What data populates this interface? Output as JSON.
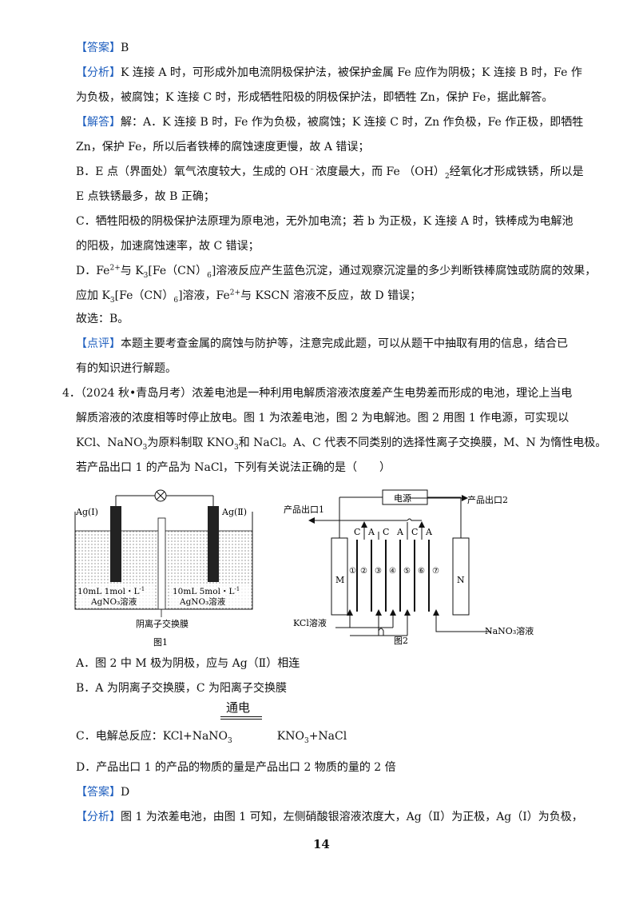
{
  "answer1": {
    "tag": "【答案】",
    "text": "B"
  },
  "analysis1": {
    "tag": "【分析】",
    "line1": "K 连接 A 时，可形成外加电流阴极保护法，被保护金属 Fe 应作为阴极；K 连接 B 时，Fe 作",
    "line2": "为负极，被腐蚀；K 连接 C 时，形成牺牲阳极的阴极保护法，即牺牲 Zn，保护 Fe，据此解答。"
  },
  "solution1": {
    "tag": "【解答】",
    "l1": "解：A．K 连接 B 时，Fe 作为负极，被腐蚀；K 连接 C 时，Zn 作负极，Fe 作正极，即牺牲",
    "l2": "Zn，保护 Fe，所以后者铁棒的腐蚀速度更慢，故 A 错误；",
    "l3a": "B．E 点（界面处）氧气浓度较大，生成的 OH",
    "l3sup": "﹣",
    "l3b": "浓度最大，而 Fe （OH）",
    "l3sub": "2",
    "l3c": "经氧化才形成铁锈，所以是",
    "l4": "E 点铁锈最多，故 B 正确；",
    "l5": "C．牺牲阳极的阴极保护法原理为原电池，无外加电流；若 b 为正极，K 连接 A 时，铁棒成为电解池",
    "l6": "的阳极，加速腐蚀速率，故 C 错误；",
    "l7a": "D．Fe",
    "l7sup1": "2+",
    "l7b": "与 K",
    "l7sub1": "3",
    "l7c": "[Fe（CN）",
    "l7sub2": "6",
    "l7d": "]溶液反应产生蓝色沉淀，通过观察沉淀量的多少判断铁棒腐蚀或防腐的效果，",
    "l8a": "应加 K",
    "l8sub1": "3",
    "l8b": "[Fe（CN）",
    "l8sub2": "6",
    "l8c": "]溶液，Fe",
    "l8sup": "2+",
    "l8d": "与 KSCN 溶液不反应，故 D 错误；",
    "l9": "故选：B。"
  },
  "comment1": {
    "tag": "【点评】",
    "line1": "本题主要考查金属的腐蚀与防护等，注意完成此题，可以从题干中抽取有用的信息，结合已",
    "line2": "有的知识进行解题。"
  },
  "question4": {
    "num": "4．",
    "l1": "（2024 秋•青岛月考）浓差电池是一种利用电解质溶液浓度差产生电势差而形成的电池，理论上当电",
    "l2": "解质溶液的浓度相等时停止放电。图 1 为浓差电池，图 2 为电解池。图 2 用图 1 作电源，可实现以",
    "l3a": "KCl、NaNO",
    "l3sub1": "3",
    "l3b": "为原料制取 KNO",
    "l3sub2": "3",
    "l3c": "和 NaCl。A、C 代表不同类别的选择性离子交换膜，M、N 为惰性电极。",
    "l4": "若产品出口 1 的产品为 NaCl，下列有关说法正确的是（　　）"
  },
  "fig1": {
    "left_electrode": "Ag(Ⅰ)",
    "right_electrode": "Ag(Ⅱ)",
    "left_conc": "10mL 1mol・L",
    "left_conc_sup": "-1",
    "left_solution": "AgNO₃溶液",
    "right_conc": "10mL 5mol・L",
    "right_conc_sup": "-1",
    "right_solution": "AgNO₃溶液",
    "membrane_label": "阴离子交换膜",
    "caption": "图1"
  },
  "fig2": {
    "power_label": "电源",
    "outlet1": "产品出口1",
    "outlet2": "产品出口2",
    "membranes": [
      "C",
      "A",
      "C",
      "A",
      "C",
      "A"
    ],
    "chambers": [
      "①",
      "②",
      "③",
      "④",
      "⑤",
      "⑥",
      "⑦"
    ],
    "electrode_m": "M",
    "electrode_n": "N",
    "kcl_label": "KCl溶液",
    "nano3_label": "NaNO₃溶液",
    "caption": "图2"
  },
  "options": {
    "A": "A．图 2 中 M 极为阴极，应与 Ag（Ⅱ）相连",
    "B": "B．A 为阴离子交换膜，C 为阳离子交换膜",
    "C_pre": "C．电解总反应：KCl+NaNO",
    "C_sub1": "3",
    "C_mid": "KNO",
    "C_sub2": "3",
    "C_post": "+NaCl",
    "C_condition": "通电",
    "D": "D．产品出口 1 的产品的物质的量是产品出口 2 物质的量的 2 倍"
  },
  "answer2": {
    "tag": "【答案】",
    "text": "D"
  },
  "analysis2": {
    "tag": "【分析】",
    "line1": "图 1 为浓差电池，由图 1 可知，左侧硝酸银溶液浓度大，Ag（Ⅱ）为正极，Ag（Ⅰ）为负极，"
  },
  "page_number": "14"
}
